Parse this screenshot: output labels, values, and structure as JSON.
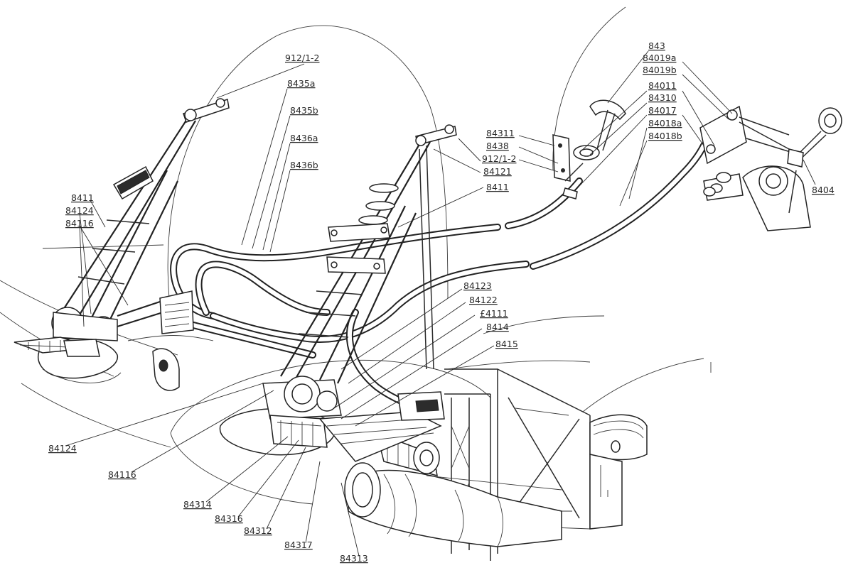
{
  "callouts": {
    "c912_top": "912/1-2",
    "c8435a": "8435a",
    "c8435b": "8435b",
    "c8436a": "8436a",
    "c8436b": "8436b",
    "c843": "843",
    "c84019a": "84019a",
    "c84019b": "84019b",
    "c84011": "84011",
    "c84310": "84310",
    "c84017": "84017",
    "c84018a": "84018a",
    "c84018b": "84018b",
    "c84311": "84311",
    "c8438": "8438",
    "c912_mid": "912/1-2",
    "c84121": "84121",
    "c8411_right": "8411",
    "c8404": "8404",
    "c8411_left": "8411",
    "c84124_left": "84124",
    "c84116_left": "84116",
    "c84123": "84123",
    "c84122": "84122",
    "c84111": "£4111",
    "c8414": "8414",
    "c8415": "8415",
    "c84124_bottom": "84124",
    "c84116_bottom": "84116",
    "c84314": "84314",
    "c84316": "84316",
    "c84312": "84312",
    "c84317": "84317",
    "c84313": "84313"
  }
}
